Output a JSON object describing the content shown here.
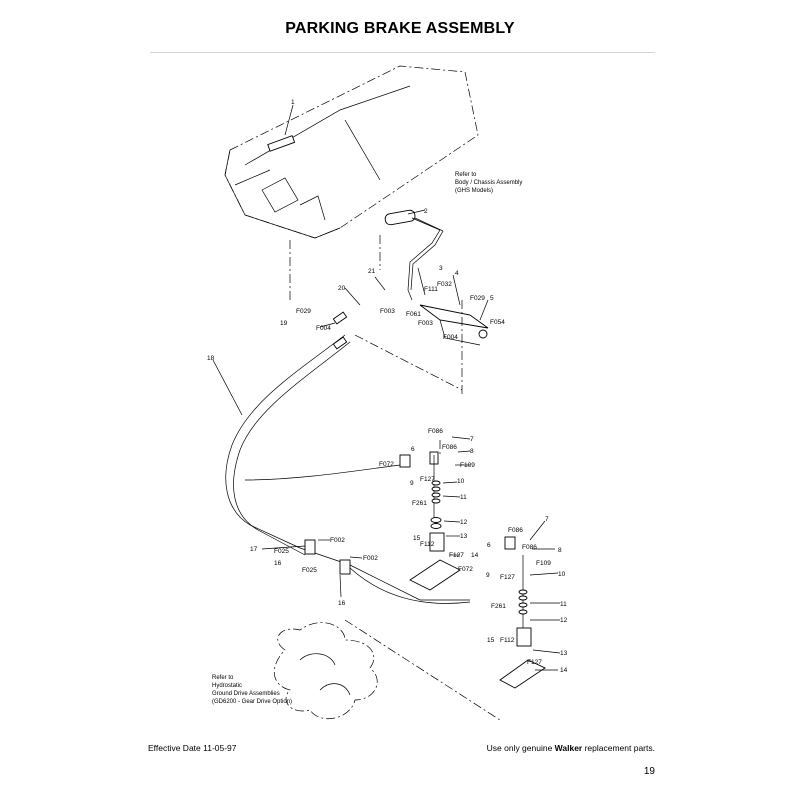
{
  "title": "PARKING BRAKE ASSEMBLY",
  "notes": {
    "body": [
      "Refer to",
      "Body / Chassis Assembly",
      "(GHS Models)"
    ],
    "drive": [
      "Refer to",
      "Hydrostatic",
      "Ground Drive Assemblies",
      "(GD6200 - Gear Drive Option)"
    ]
  },
  "callouts": {
    "c1": "1",
    "c2": "2",
    "c3": "3",
    "c4": "4",
    "c5": "5",
    "c20": "20",
    "c21": "21",
    "c19": "19",
    "c18": "18",
    "f029a": "F029",
    "f029b": "F029",
    "f004a": "F004",
    "f004b": "F004",
    "f003a": "F003",
    "f003b": "F003",
    "f032": "F032",
    "f111": "F111",
    "f061": "F061",
    "f054": "F054",
    "f086a": "F086",
    "f086b": "F086",
    "c6a": "6",
    "c7a": "7",
    "c8a": "8",
    "f072a": "F072",
    "c9a": "9",
    "f127a": "F127",
    "f109a": "F109",
    "c10a": "10",
    "c11a": "11",
    "f261a": "F261",
    "c12a": "12",
    "c13a": "13",
    "c15a": "15",
    "f112a": "F112",
    "f127b": "F127",
    "c14a": "14",
    "f086c": "F086",
    "f086d": "F086",
    "c7b": "7",
    "c8b": "8",
    "c6b": "6",
    "f072b": "F072",
    "c9b": "9",
    "f127c": "F127",
    "f109b": "F109",
    "c10b": "10",
    "f261b": "F261",
    "c11b": "11",
    "c12b": "12",
    "c15b": "15",
    "f112b": "F112",
    "c13b": "13",
    "f127d": "F127",
    "c14b": "14",
    "c17": "17",
    "f025a": "F025",
    "f002a": "F002",
    "c16a": "16",
    "f025b": "F025",
    "f002b": "F002",
    "c16b": "16"
  },
  "footer": {
    "effective": "Effective Date 11-05-97",
    "replace_pre": "Use only genuine ",
    "replace_brand": "Walker",
    "replace_post": " replacement parts.",
    "page": "19"
  }
}
